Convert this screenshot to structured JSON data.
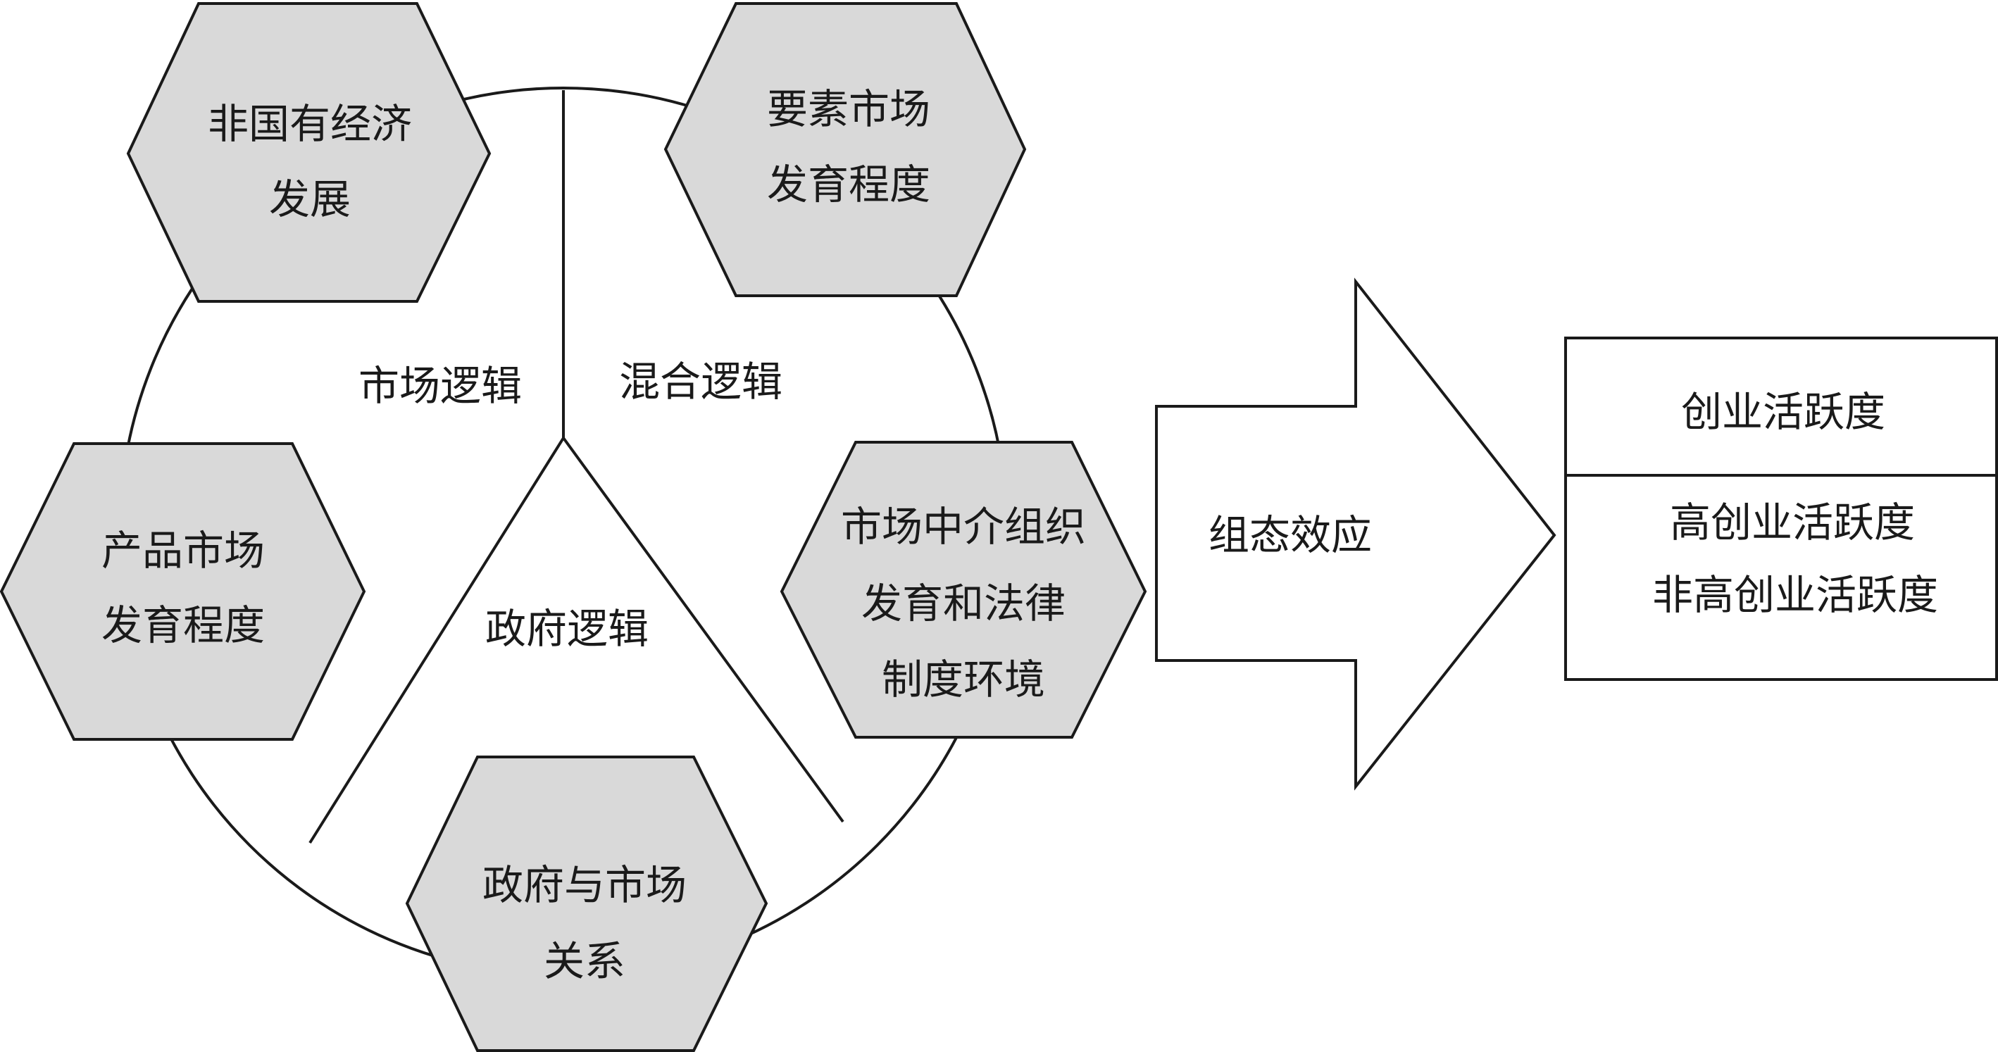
{
  "diagram": {
    "hexagons": {
      "non_state_economy": [
        "非国有经济",
        "发展"
      ],
      "factor_market": [
        "要素市场",
        "发育程度"
      ],
      "product_market": [
        "产品市场",
        "发育程度"
      ],
      "intermediary_legal": [
        "市场中介组织",
        "发育和法律",
        "制度环境"
      ],
      "government_market": [
        "政府与市场",
        "关系"
      ]
    },
    "logic_labels": {
      "market_logic": "市场逻辑",
      "mixed_logic": "混合逻辑",
      "government_logic": "政府逻辑"
    },
    "arrow_label": "组态效应",
    "outcome_box": {
      "header": "创业活跃度",
      "items": [
        "高创业活跃度",
        "非高创业活跃度"
      ]
    },
    "colors": {
      "hexagon_fill": "#d9d9d9",
      "stroke": "#1a1a1a",
      "background": "#ffffff"
    }
  }
}
